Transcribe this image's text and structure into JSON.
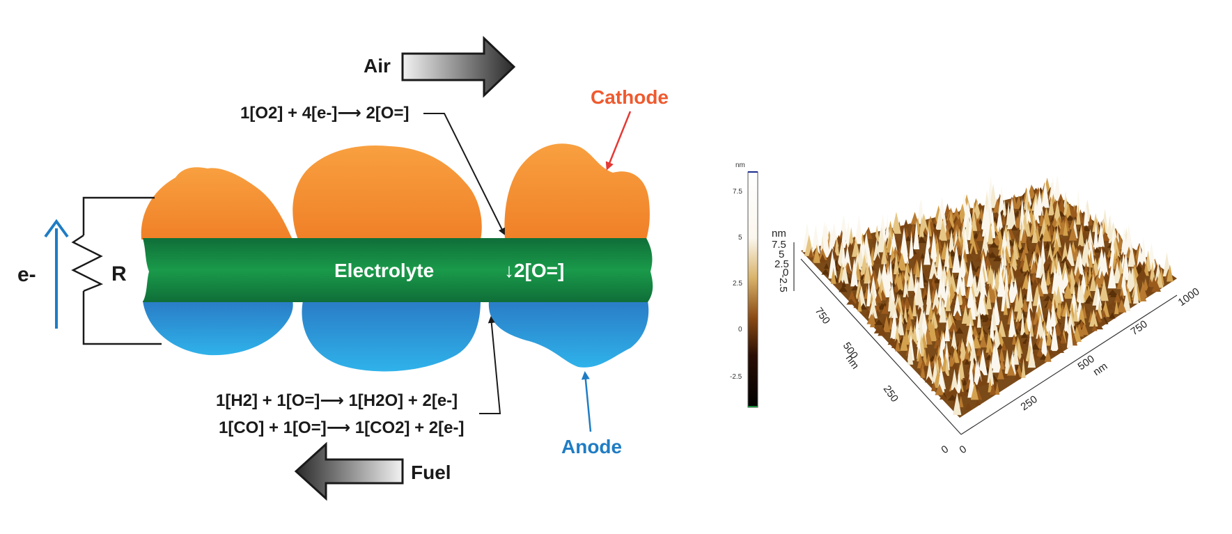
{
  "sofc": {
    "air_label": "Air",
    "fuel_label": "Fuel",
    "cathode_label": "Cathode",
    "anode_label": "Anode",
    "electrolyte_label": "Electrolyte",
    "electrolyte_ion": "↓2[O=]",
    "electron_label": "e-",
    "resistor_label": "R",
    "cathode_reaction": "1[O2] + 4[e-]⟶ 2[O=]",
    "anode_reaction_1": "1[H2] + 1[O=]⟶ 1[H2O] + 2[e-]",
    "anode_reaction_2": "1[CO] + 1[O=]⟶ 1[CO2] + 2[e-]",
    "colors": {
      "cathode": "#f5862a",
      "anode": "#2aa6e0",
      "electrolyte": "#168a45",
      "cathode_text": "#ef5a2e",
      "anode_text": "#1f7cc4",
      "electron_arrow": "#1f7cc4"
    }
  },
  "afm": {
    "colorbar": {
      "unit": "nm",
      "ticks": [
        "7.5",
        "5",
        "2.5",
        "0",
        "-2.5"
      ]
    },
    "plot3d": {
      "z_unit": "nm",
      "z_ticks": [
        "7.5",
        "5",
        "2.5",
        "0",
        "-2.5"
      ],
      "x_ticks": [
        "250",
        "500",
        "750",
        "1000"
      ],
      "x_unit": "nm",
      "y_ticks": [
        "250",
        "500",
        "750"
      ],
      "y_unit": "nm",
      "origin_labels": [
        "0",
        "0"
      ]
    }
  }
}
